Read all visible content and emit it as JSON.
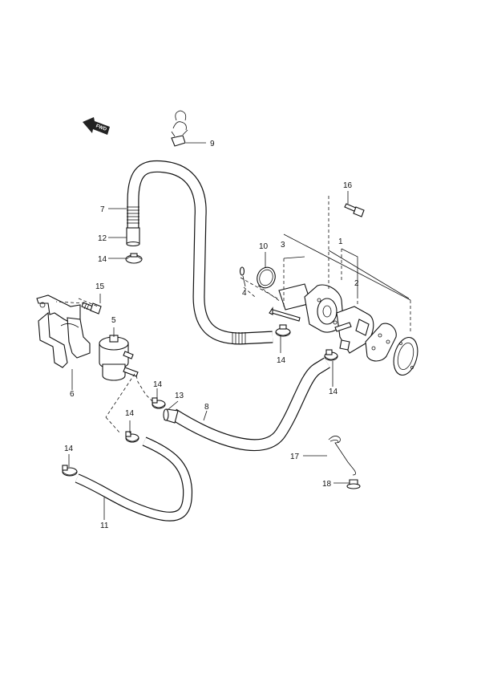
{
  "fwd_arrow": {
    "text": "FWD"
  },
  "callouts": {
    "p1": "1",
    "p2": "2",
    "p3": "3",
    "p4": "4",
    "p5": "5",
    "p6": "6",
    "p7": "7",
    "p8": "8",
    "p9": "9",
    "p10": "10",
    "p11": "11",
    "p12": "12",
    "p13": "13",
    "p14a": "14",
    "p14b": "14",
    "p14c": "14",
    "p14d": "14",
    "p14e": "14",
    "p14f": "14",
    "p15": "15",
    "p16": "16",
    "p17": "17",
    "p18": "18"
  }
}
